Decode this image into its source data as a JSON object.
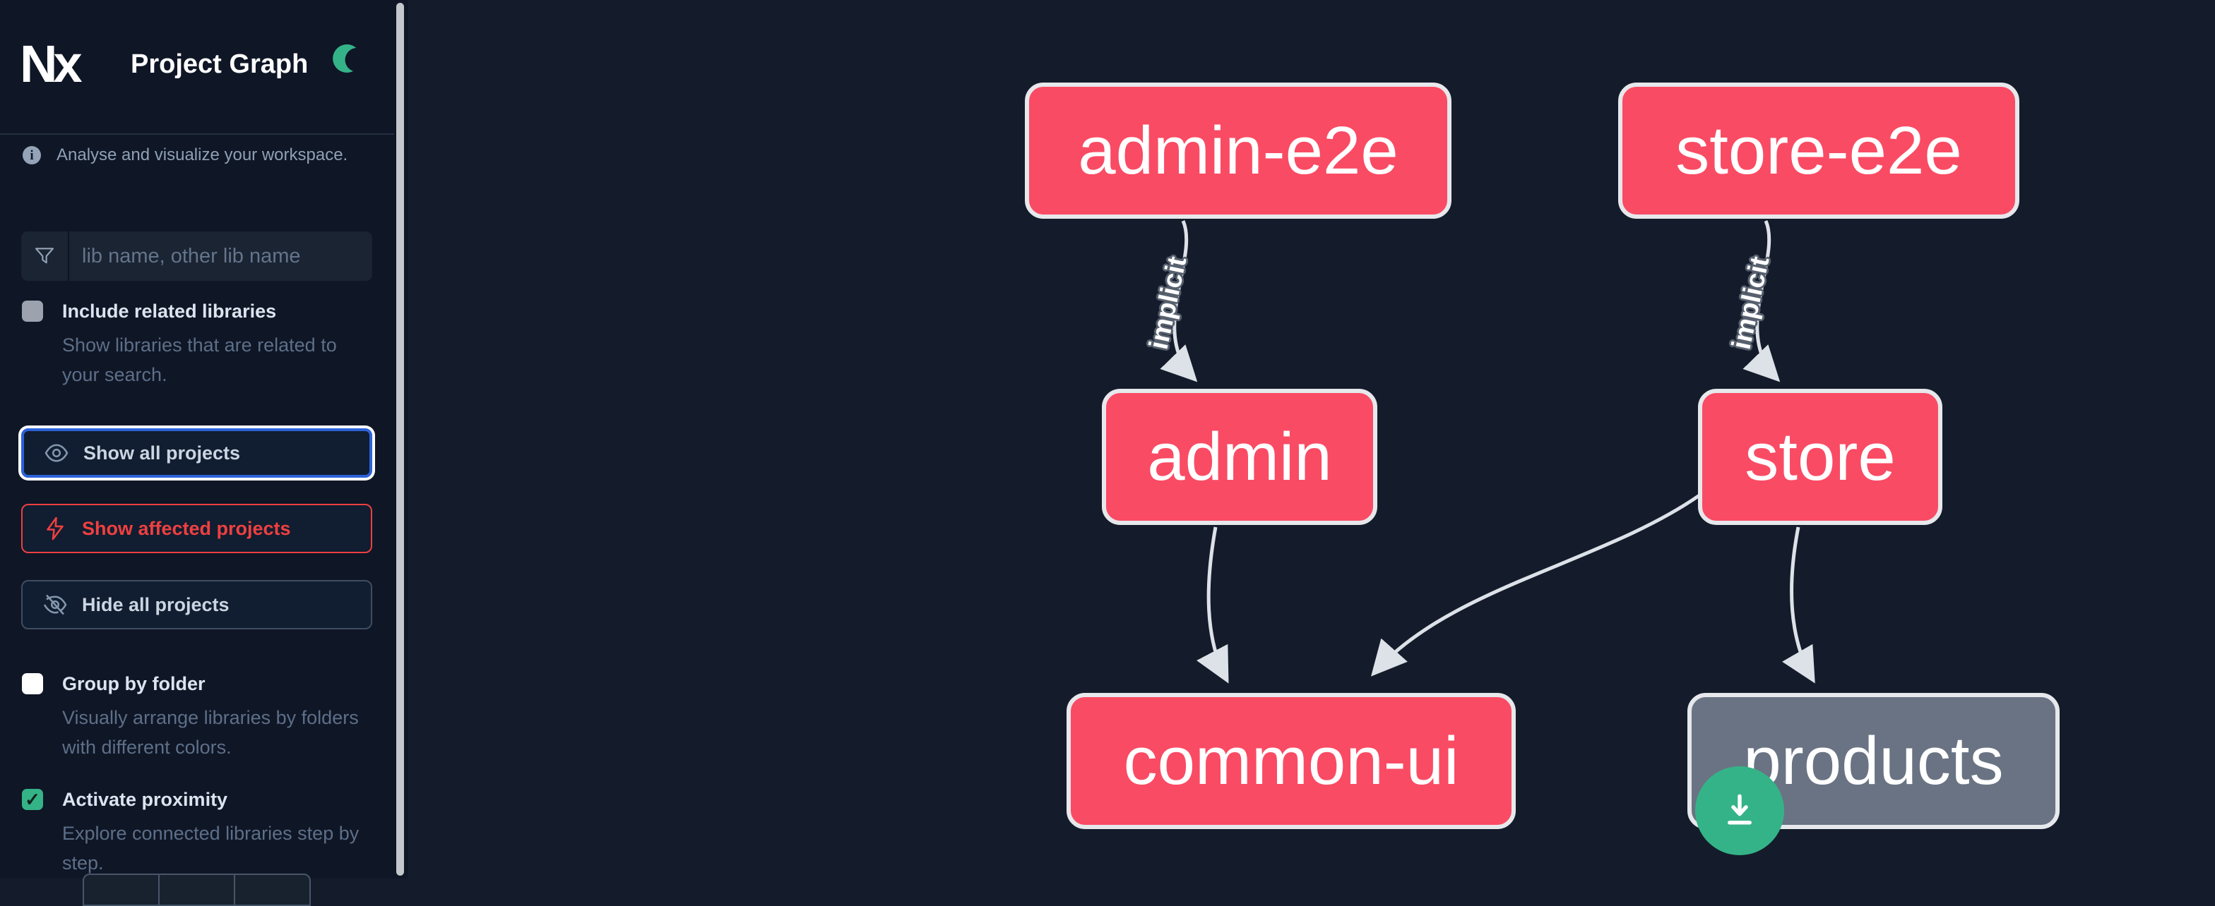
{
  "header": {
    "logo_text": "Nx",
    "title": "Project Graph",
    "theme_toggle_icon": "moon-icon"
  },
  "sidebar": {
    "info_text": "Analyse and visualize your workspace.",
    "search": {
      "placeholder": "lib name, other lib name",
      "value": "",
      "icon": "funnel-icon"
    },
    "checkboxes": [
      {
        "label": "Include related libraries",
        "description": "Show libraries that are related to your search.",
        "checked": false,
        "state": "disabled-gray"
      },
      {
        "label": "Group by folder",
        "description": "Visually arrange libraries by folders with different colors.",
        "checked": false,
        "state": "unchecked-white"
      },
      {
        "label": "Activate proximity",
        "description": "Explore connected libraries step by step.",
        "checked": true,
        "state": "checked-green",
        "checkmark": "✓"
      }
    ],
    "buttons": [
      {
        "label": "Show all projects",
        "icon": "eye-icon",
        "state": "focused",
        "accent": "#2c63da"
      },
      {
        "label": "Show affected projects",
        "icon": "bolt-icon",
        "accent": "#ee4040"
      },
      {
        "label": "Hide all projects",
        "icon": "eye-off-icon",
        "accent": "#3f4d61"
      }
    ]
  },
  "graph": {
    "nodes": [
      {
        "label": "admin-e2e",
        "type": "app",
        "color": "#fa4b64"
      },
      {
        "label": "store-e2e",
        "type": "app",
        "color": "#fa4b64"
      },
      {
        "label": "admin",
        "type": "app",
        "color": "#fa4b64"
      },
      {
        "label": "store",
        "type": "app",
        "color": "#fa4b64"
      },
      {
        "label": "common-ui",
        "type": "lib",
        "color": "#fa4b64"
      },
      {
        "label": "products",
        "type": "lib",
        "color": "#697383"
      }
    ],
    "edges": [
      {
        "from": "admin-e2e",
        "to": "admin",
        "label": "implicit"
      },
      {
        "from": "store-e2e",
        "to": "store",
        "label": "implicit"
      },
      {
        "from": "admin",
        "to": "common-ui",
        "label": ""
      },
      {
        "from": "store",
        "to": "common-ui",
        "label": ""
      },
      {
        "from": "store",
        "to": "products",
        "label": ""
      }
    ]
  },
  "floating": {
    "download_button_icon": "download-icon",
    "download_button_color": "#35b388"
  },
  "colors": {
    "sidebar_bg": "#0f1626",
    "canvas_bg": "#141c2b",
    "node_pink": "#fa4b64",
    "node_gray": "#697383",
    "node_border": "#e6e8ec",
    "edge": "#dde2e8",
    "accent_green": "#35b388",
    "accent_blue": "#2c63da",
    "accent_red": "#ee4040"
  }
}
